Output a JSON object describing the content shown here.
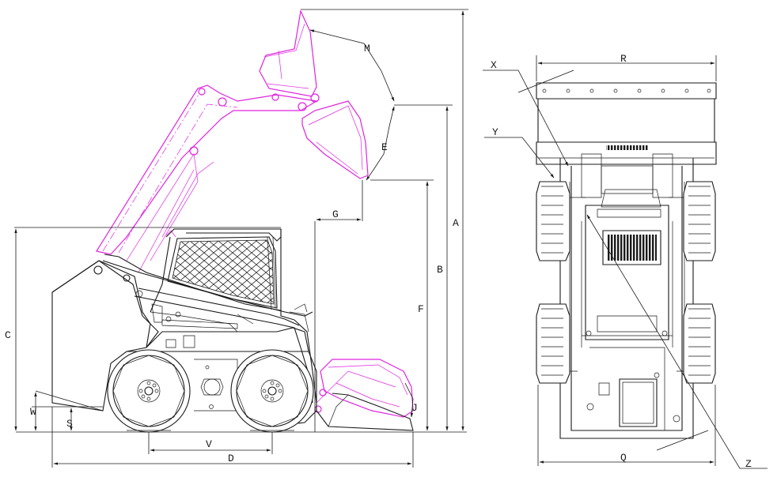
{
  "labels": {
    "A": "A",
    "B": "B",
    "C": "C",
    "D": "D",
    "E": "E",
    "F": "F",
    "G": "G",
    "J": "J",
    "M": "M",
    "S": "S",
    "V": "V",
    "W": "W",
    "R": "R",
    "Q": "Q",
    "X": "X",
    "Y": "Y",
    "Z": "Z"
  },
  "colors": {
    "line": "#1a1a1a",
    "raised_position": "#e024e0",
    "background": "#ffffff"
  }
}
